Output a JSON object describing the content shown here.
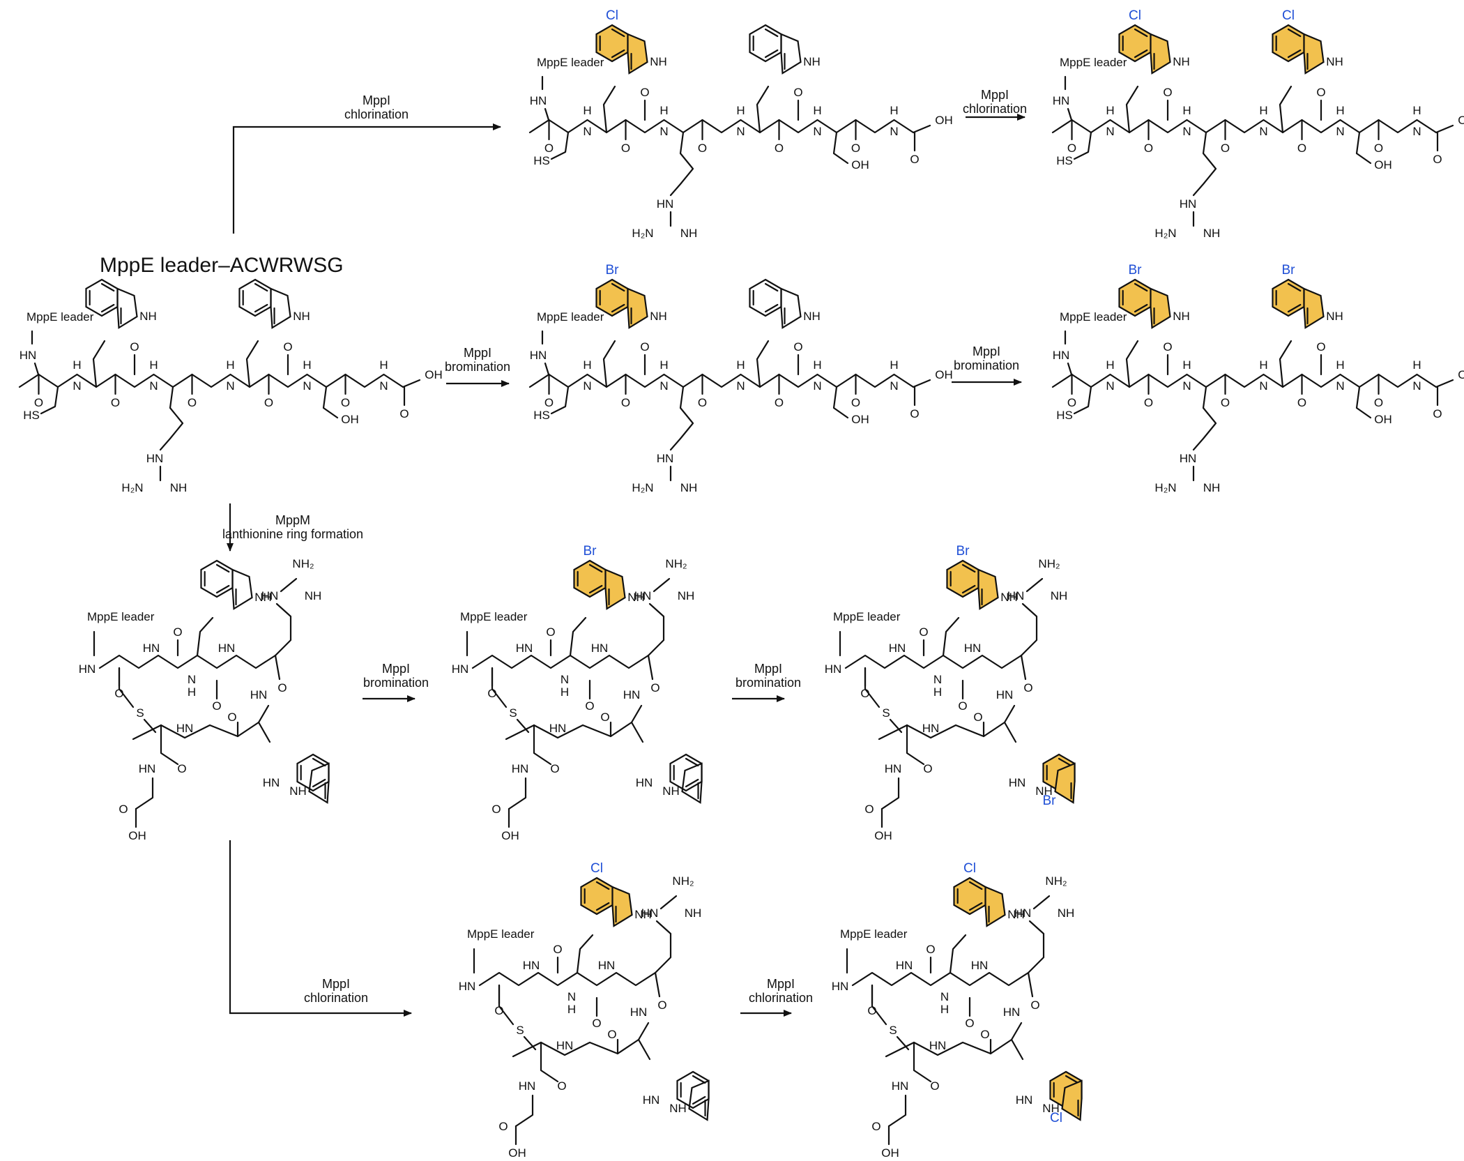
{
  "title": "MppE leader–ACWRWSG",
  "leader": "MppE leader",
  "atoms": {
    "nh": "NH",
    "hn": "HN",
    "h": "H",
    "n": "N",
    "o": "O",
    "oh": "OH",
    "hs": "HS",
    "s": "S",
    "h2n": "H₂N",
    "nh2": "NH₂"
  },
  "halogens": {
    "cl": "Cl",
    "br": "Br"
  },
  "arrows": {
    "chlor_enzyme": "MppI",
    "chlor_label": "chlorination",
    "brom_enzyme": "MppI",
    "brom_label": "bromination",
    "lanth_enzyme": "MppM",
    "lanth_label": "lanthionine ring formation"
  },
  "colors": {
    "highlight": "#f2c14e",
    "halogen": "#1f4fd6"
  }
}
